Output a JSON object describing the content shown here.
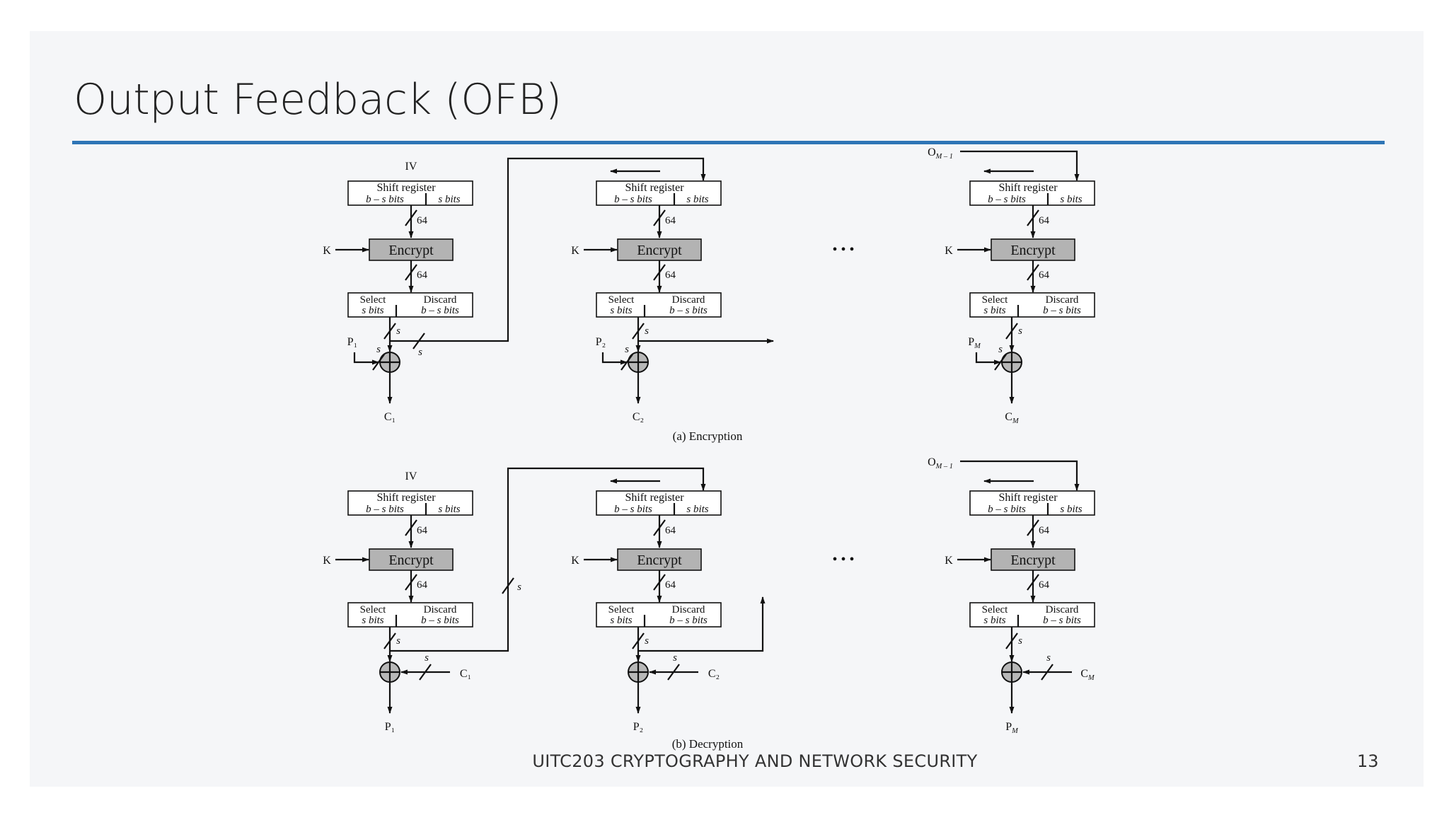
{
  "slide": {
    "title": "Output Feedback (OFB)",
    "footer": "UITC203 CRYPTOGRAPHY AND NETWORK SECURITY",
    "page_number": "13"
  },
  "diagram": {
    "encryption": {
      "caption": "(a) Encryption",
      "stages": [
        {
          "top_label": "IV",
          "shift_title": "Shift register",
          "shift_left": "b – s bits",
          "shift_right": "s bits",
          "width_in": "64",
          "key": "K",
          "encrypt": "Encrypt",
          "width_out": "64",
          "select": "Select",
          "select_sub": "s bits",
          "discard": "Discard",
          "discard_sub": "b – s bits",
          "s": "s",
          "in_label": "P₁",
          "out_label": "C₁"
        },
        {
          "top_label": "",
          "shift_title": "Shift register",
          "shift_left": "b – s bits",
          "shift_right": "s bits",
          "width_in": "64",
          "key": "K",
          "encrypt": "Encrypt",
          "width_out": "64",
          "select": "Select",
          "select_sub": "s bits",
          "discard": "Discard",
          "discard_sub": "b – s bits",
          "s": "s",
          "in_label": "P₂",
          "out_label": "C₂"
        },
        {
          "top_label": "O",
          "top_sub": "M – 1",
          "shift_title": "Shift register",
          "shift_left": "b – s bits",
          "shift_right": "s bits",
          "width_in": "64",
          "key": "K",
          "encrypt": "Encrypt",
          "width_out": "64",
          "select": "Select",
          "select_sub": "s bits",
          "discard": "Discard",
          "discard_sub": "b – s bits",
          "s": "s",
          "in_label": "P",
          "in_sub": "M",
          "out_label": "C",
          "out_sub": "M"
        }
      ],
      "ellipsis": "• • •"
    },
    "decryption": {
      "caption": "(b) Decryption",
      "stages": [
        {
          "top_label": "IV",
          "shift_title": "Shift register",
          "shift_left": "b – s bits",
          "shift_right": "s bits",
          "width_in": "64",
          "key": "K",
          "encrypt": "Encrypt",
          "width_out": "64",
          "select": "Select",
          "select_sub": "s bits",
          "discard": "Discard",
          "discard_sub": "b – s bits",
          "s": "s",
          "in_label": "C₁",
          "out_label": "P₁"
        },
        {
          "top_label": "",
          "shift_title": "Shift register",
          "shift_left": "b – s bits",
          "shift_right": "s bits",
          "width_in": "64",
          "key": "K",
          "encrypt": "Encrypt",
          "width_out": "64",
          "select": "Select",
          "select_sub": "s bits",
          "discard": "Discard",
          "discard_sub": "b – s bits",
          "s": "s",
          "in_label": "C₂",
          "out_label": "P₂"
        },
        {
          "top_label": "O",
          "top_sub": "M – 1",
          "shift_title": "Shift register",
          "shift_left": "b – s bits",
          "shift_right": "s bits",
          "width_in": "64",
          "key": "K",
          "encrypt": "Encrypt",
          "width_out": "64",
          "select": "Select",
          "select_sub": "s bits",
          "discard": "Discard",
          "discard_sub": "b – s bits",
          "s": "s",
          "in_label": "C",
          "in_sub": "M",
          "out_label": "P",
          "out_sub": "M"
        }
      ],
      "ellipsis": "• • •"
    },
    "colors": {
      "line": "#111111",
      "encrypt_fill": "#b3b3b3",
      "box_fill": "#ffffff",
      "xor_fill": "#b8b8b8"
    }
  }
}
